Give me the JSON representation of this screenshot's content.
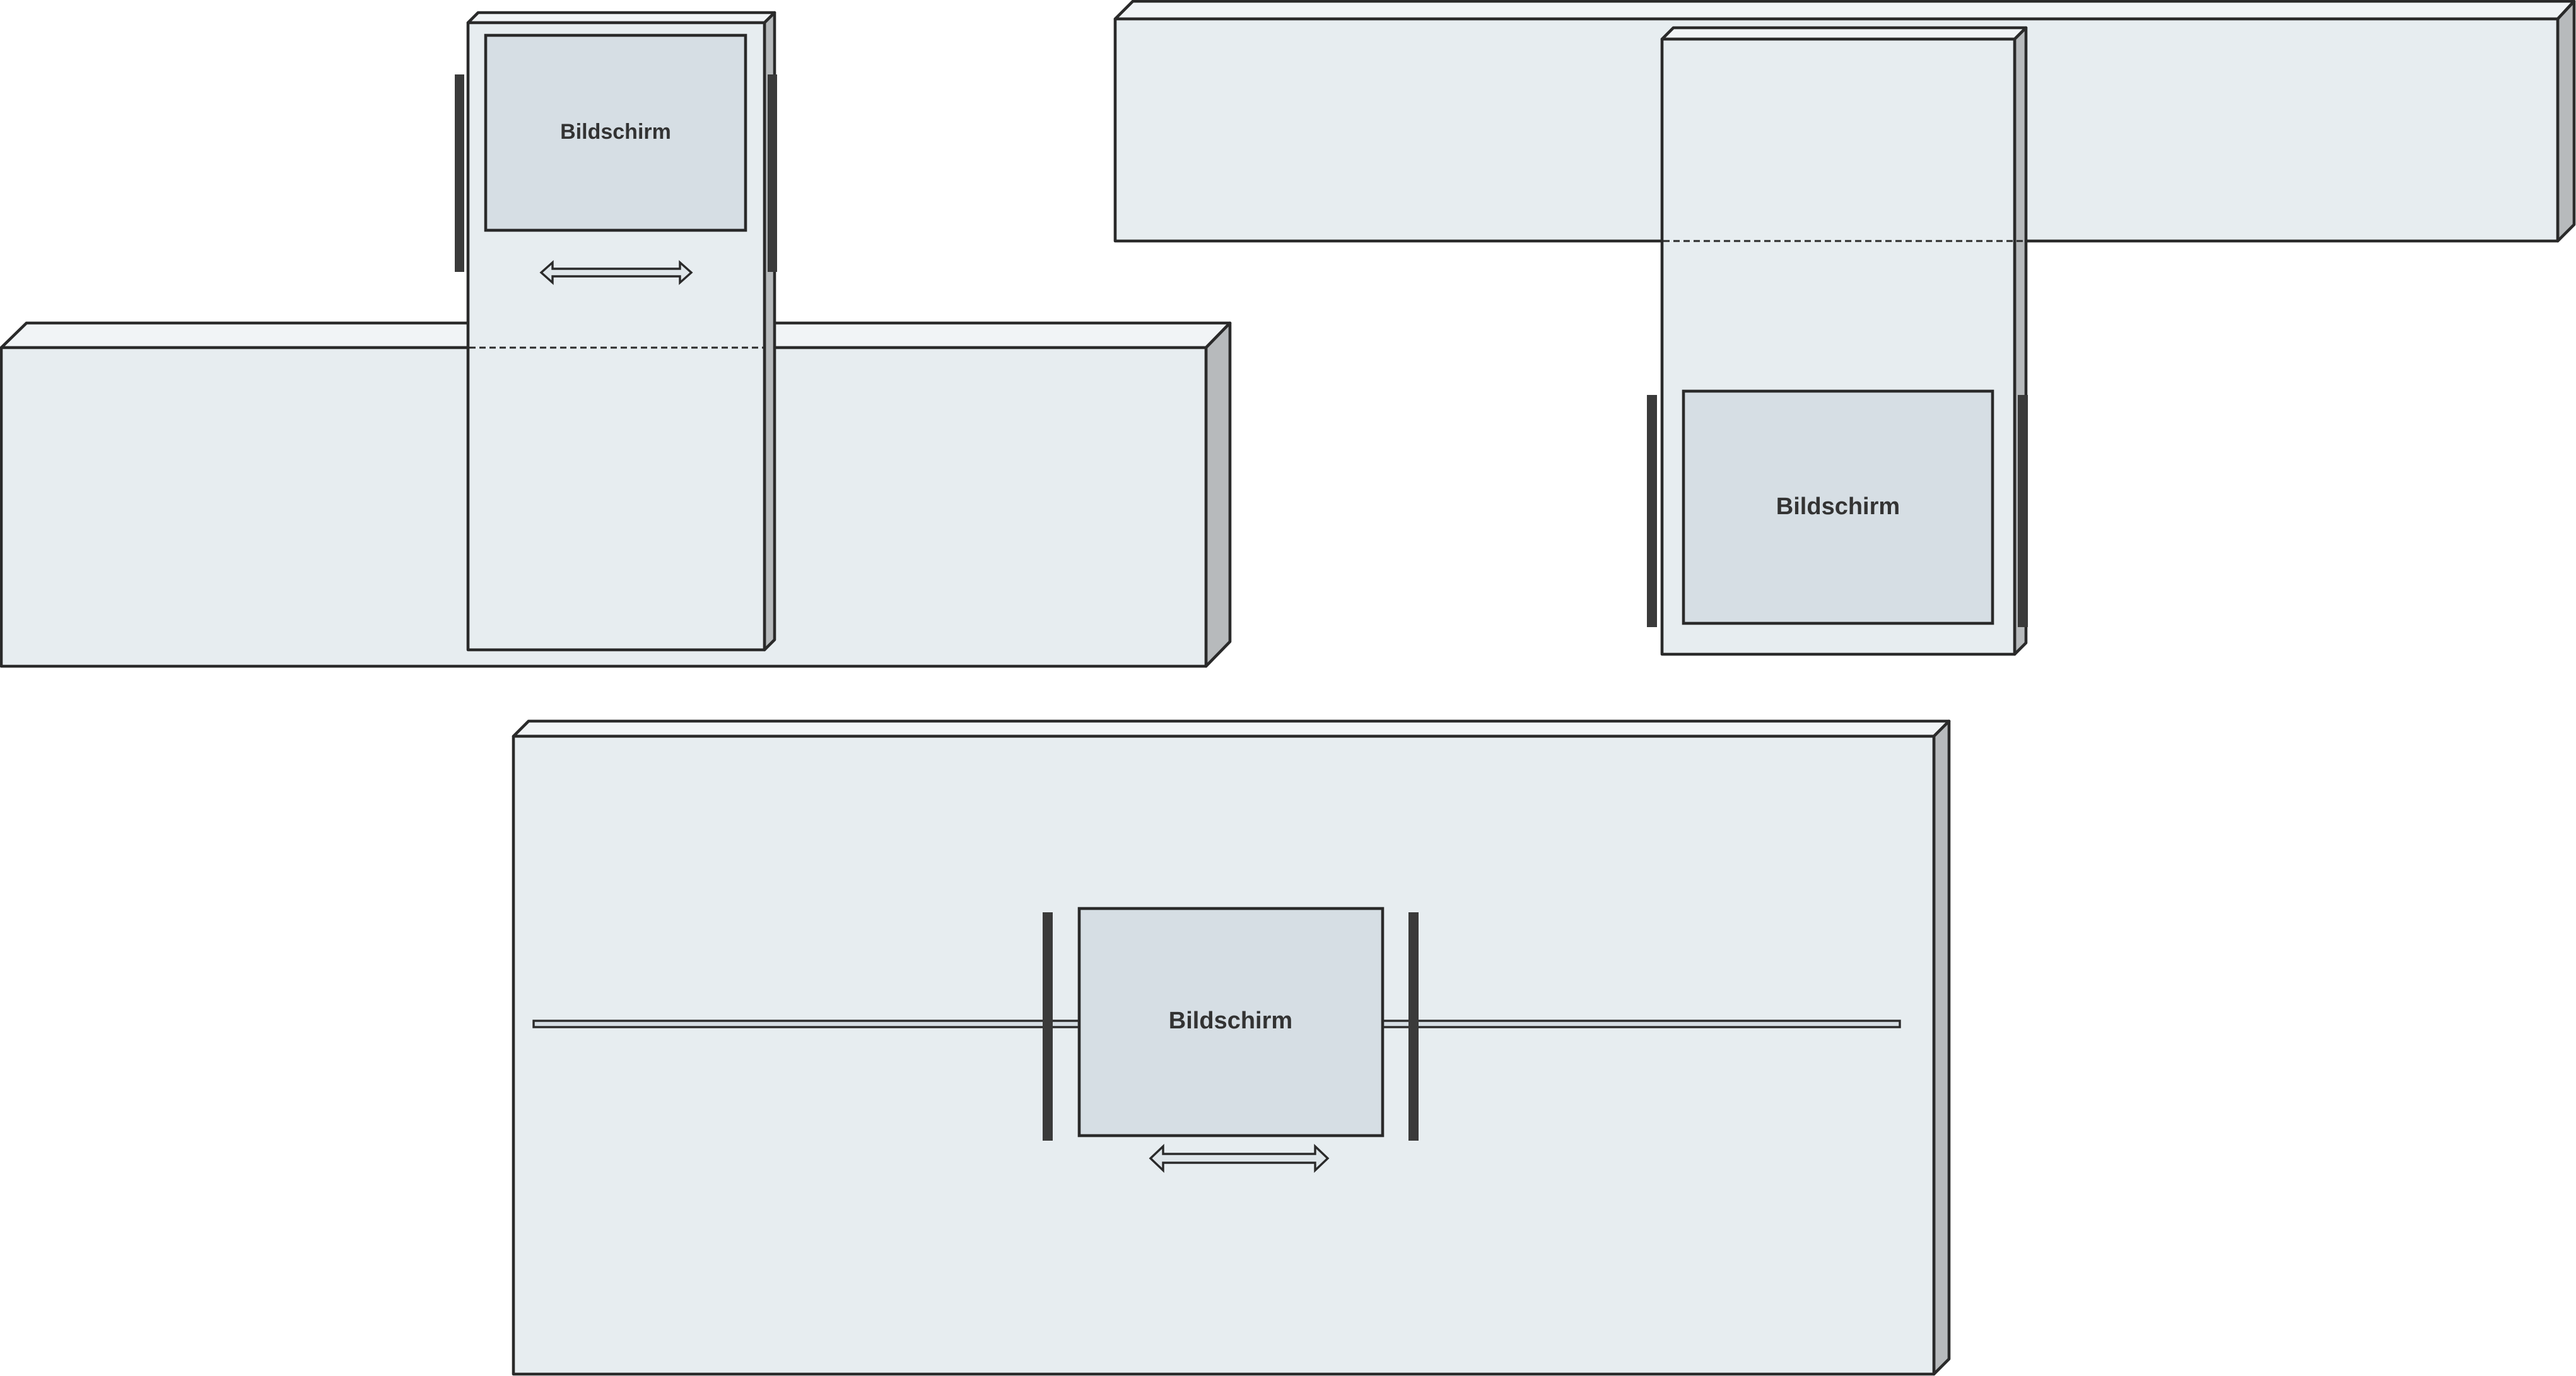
{
  "views": [
    {
      "screen_label": "Bildschirm"
    },
    {
      "screen_label": "Bildschirm"
    },
    {
      "screen_label": "Bildschirm"
    }
  ]
}
